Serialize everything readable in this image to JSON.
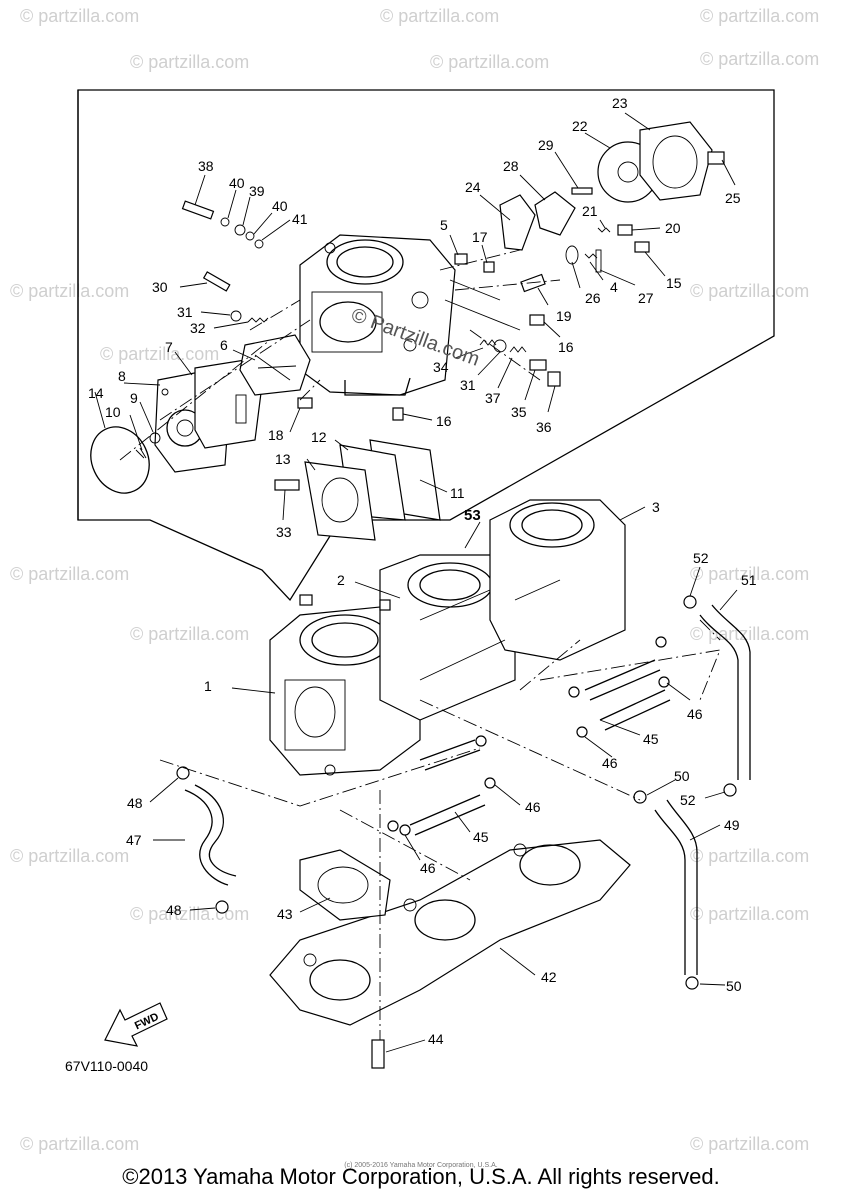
{
  "watermark": "© partzilla.com",
  "center_watermark": "© Partzilla.com",
  "reference_code": "67V110-0040",
  "fwd_label": "FWD",
  "callouts": {
    "c1": "1",
    "c2": "2",
    "c3": "3",
    "c4": "4",
    "c5": "5",
    "c6": "6",
    "c7": "7",
    "c8": "8",
    "c9": "9",
    "c10": "10",
    "c11": "11",
    "c12": "12",
    "c13": "13",
    "c14": "14",
    "c15": "15",
    "c16a": "16",
    "c16b": "16",
    "c17": "17",
    "c18": "18",
    "c19": "19",
    "c20": "20",
    "c21": "21",
    "c22": "22",
    "c23": "23",
    "c24": "24",
    "c25": "25",
    "c26": "26",
    "c27": "27",
    "c28": "28",
    "c29": "29",
    "c30": "30",
    "c31a": "31",
    "c31b": "31",
    "c32": "32",
    "c33": "33",
    "c34": "34",
    "c35": "35",
    "c36": "36",
    "c37": "37",
    "c38": "38",
    "c39": "39",
    "c40a": "40",
    "c40b": "40",
    "c41": "41",
    "c42": "42",
    "c43": "43",
    "c44": "44",
    "c45a": "45",
    "c45b": "45",
    "c46a": "46",
    "c46b": "46",
    "c46c": "46",
    "c46d": "46",
    "c47": "47",
    "c48a": "48",
    "c48b": "48",
    "c49": "49",
    "c50a": "50",
    "c50b": "50",
    "c51": "51",
    "c52a": "52",
    "c52b": "52",
    "c53": "53"
  },
  "small_print": "(c) 2005-2016 Yamaha Motor Corporation, U.S.A.",
  "copyright": "©2013 Yamaha Motor Corporation, U.S.A. All rights reserved."
}
